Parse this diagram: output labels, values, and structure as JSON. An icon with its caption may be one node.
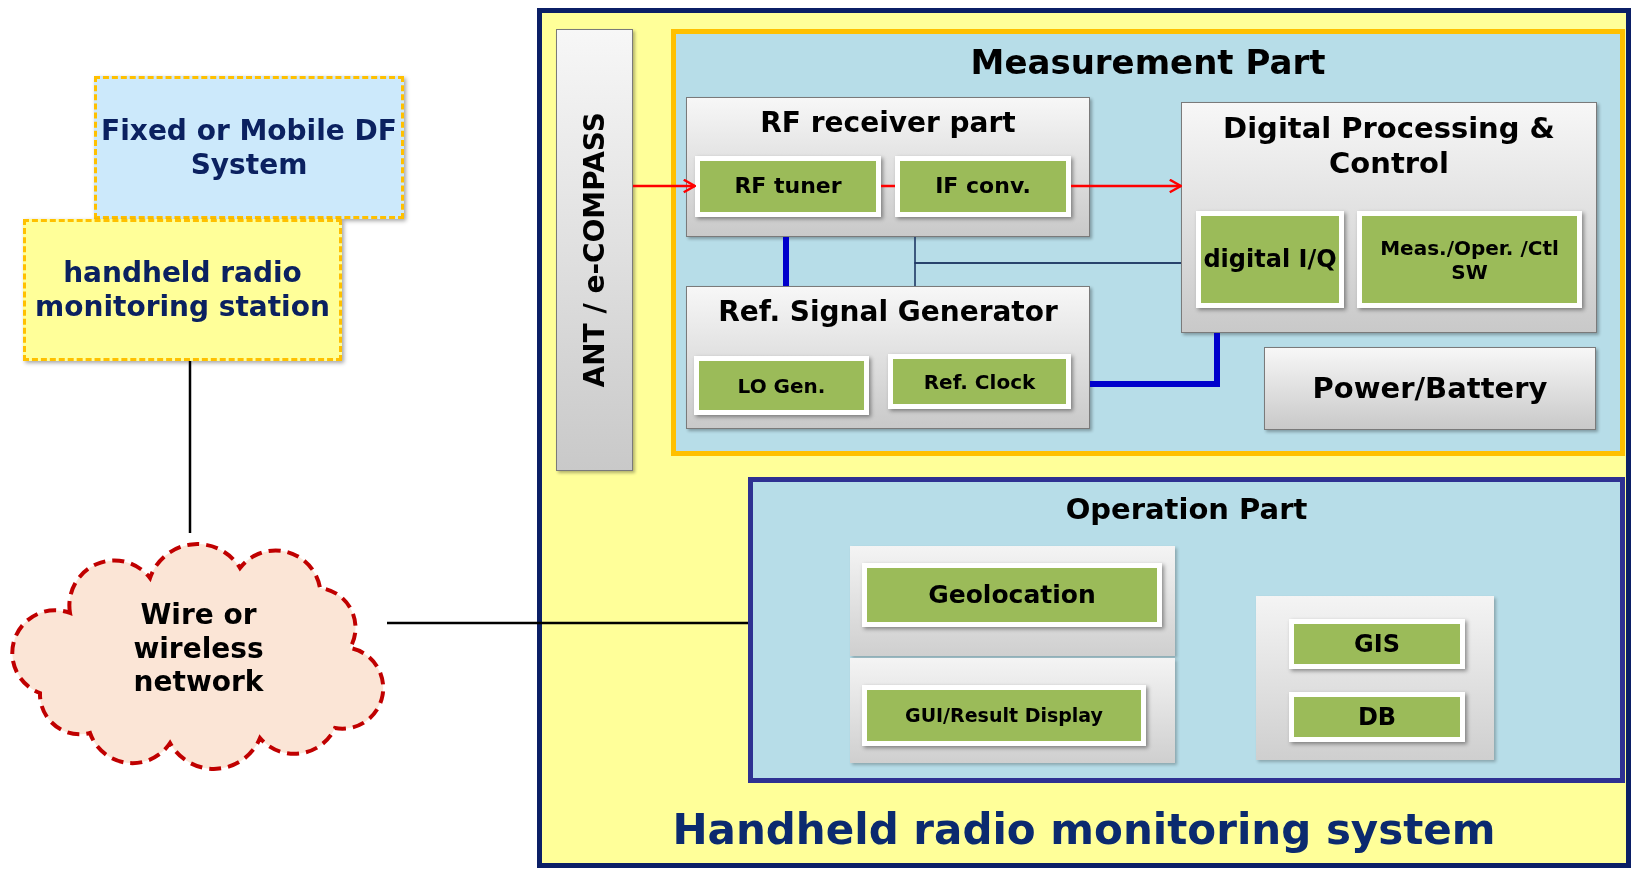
{
  "diagram": {
    "nodes": [
      {
        "text": [
          "Fixed or Mobile DF System"
        ]
      },
      {
        "text": [
          "handheld radio monitoring station"
        ]
      },
      {
        "text": [
          "Wire or wireless network"
        ]
      },
      {
        "text": [
          "Handheld radio monitoring system"
        ]
      },
      {
        "text": [
          "ANT / e-COMPASS"
        ],
        "in": 3
      },
      {
        "text": [
          "Measurement Part"
        ],
        "in": 3
      },
      {
        "text": [
          "RF receiver part"
        ],
        "in": 5
      },
      {
        "text": [
          "RF tuner"
        ],
        "in": 6
      },
      {
        "text": [
          "IF conv."
        ],
        "in": 6
      },
      {
        "text": [
          "Digital Processing & Control"
        ],
        "in": 5
      },
      {
        "text": [
          "digital I/Q"
        ],
        "in": 9
      },
      {
        "text": [
          "Meas./Oper. /Ctl SW"
        ],
        "in": 9
      },
      {
        "text": [
          "Ref. Signal Generator"
        ],
        "in": 5
      },
      {
        "text": [
          "LO Gen."
        ],
        "in": 12
      },
      {
        "text": [
          "Ref. Clock"
        ],
        "in": 12
      },
      {
        "text": [
          "Power/Battery"
        ],
        "in": 5
      },
      {
        "text": [
          "Operation Part"
        ],
        "in": 3
      },
      {
        "text": [],
        "shape": "box",
        "in": 16
      },
      {
        "text": [
          "Geolocation"
        ],
        "in": 17
      },
      {
        "text": [],
        "shape": "box",
        "in": 16
      },
      {
        "text": [
          "GUI/Result Display"
        ],
        "in": 19
      },
      {
        "text": [],
        "shape": "box",
        "in": 16
      },
      {
        "text": [
          "GIS"
        ],
        "in": 21
      },
      {
        "text": [
          "DB"
        ],
        "in": 21
      }
    ],
    "edges": [
      {
        "from": 4,
        "to": 7,
        "arrow": "to",
        "color": "#ff0000"
      },
      {
        "from": 7,
        "to": 8,
        "arrow": "none",
        "color": "#ff0000"
      },
      {
        "from": 8,
        "to": 9,
        "arrow": "to",
        "color": "#ff0000"
      },
      {
        "from": 6,
        "to": 12,
        "arrow": "none",
        "style": "thick",
        "color": "#0000cc"
      },
      {
        "from": 6,
        "to": 9,
        "arrow": "none",
        "color": "#1f3864"
      },
      {
        "from": 12,
        "to": 9,
        "arrow": "none",
        "color": "#1f3864"
      },
      {
        "from": 12,
        "to": 9,
        "arrow": "none",
        "style": "thick",
        "color": "#0000cc"
      },
      {
        "from": 1,
        "to": 2,
        "arrow": "none",
        "color": "#000000"
      },
      {
        "from": 2,
        "to": 16,
        "arrow": "none",
        "color": "#000000"
      }
    ]
  }
}
